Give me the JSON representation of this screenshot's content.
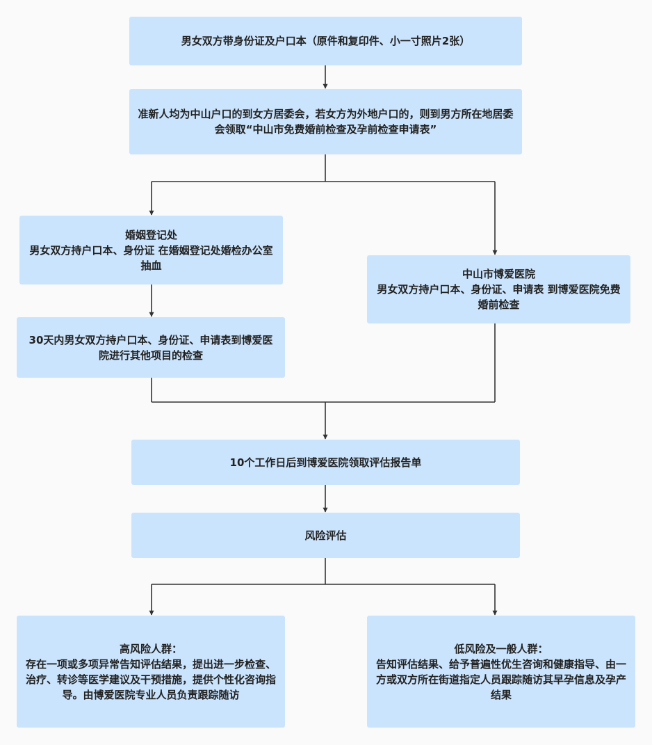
{
  "flowchart": {
    "nodes": {
      "step1": "男女双方带身份证及户口本（原件和复印件、小一寸照片2张）",
      "step2": "准新人均为中山户口的到女方居委会，若女方为外地户口的，则到男方所在地居委会领取“中山市免费婚前检查及孕前检查申请表”",
      "branch_left_1": "婚姻登记处\n男女双方持户口本、身份证 在婚姻登记处婚检办公室抽血",
      "branch_left_2": "30天内男女双方持户口本、身份证、申请表到博爱医院进行其他项目的检查",
      "branch_right": "中山市博爱医院\n男女双方持户口本、身份证、申请表 到博爱医院免费婚前检查",
      "step3": "10个工作日后到博爱医院领取评估报告单",
      "step4": "风险评估",
      "high_risk": "高风险人群：\n存在一项或多项异常告知评估结果，提出进一步检查、治疗、转诊等医学建议及干预措施，提供个性化咨询指导。由博爱医院专业人员负责跟踪随访",
      "low_risk": "低风险及一般人群：\n告知评估结果、给予普遍性优生咨询和健康指导、由一方或双方所在街道指定人员跟踪随访其早孕信息及孕产结果"
    },
    "colors": {
      "box_fill": "#cbe4fd",
      "line": "#333333",
      "background": "#fafafa"
    }
  }
}
